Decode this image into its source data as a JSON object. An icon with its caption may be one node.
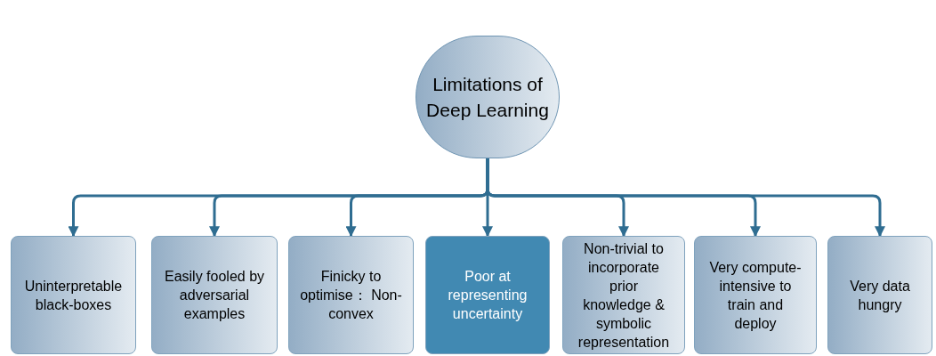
{
  "diagram": {
    "nodes": [
      {
        "text": [
          "Limitations of Deep Learning"
        ]
      },
      {
        "text": [
          "Uninterpretable black-boxes"
        ]
      },
      {
        "text": [
          "Easily fooled by adversarial examples"
        ]
      },
      {
        "text": [
          "Finicky to optimise： Non-convex"
        ]
      },
      {
        "text": [
          "Poor at representing uncertainty"
        ]
      },
      {
        "text": [
          "Non-trivial to incorporate prior knowledge & symbolic representation"
        ]
      },
      {
        "text": [
          "Very compute-intensive to train and deploy"
        ]
      },
      {
        "text": [
          "Very data hungry"
        ]
      }
    ],
    "edges": [
      {
        "from": 0,
        "to": 1,
        "arrow": "to"
      },
      {
        "from": 0,
        "to": 2,
        "arrow": "to"
      },
      {
        "from": 0,
        "to": 3,
        "arrow": "to"
      },
      {
        "from": 0,
        "to": 4,
        "arrow": "to"
      },
      {
        "from": 0,
        "to": 5,
        "arrow": "to"
      },
      {
        "from": 0,
        "to": 6,
        "arrow": "to"
      },
      {
        "from": 0,
        "to": 7,
        "arrow": "to"
      }
    ]
  }
}
